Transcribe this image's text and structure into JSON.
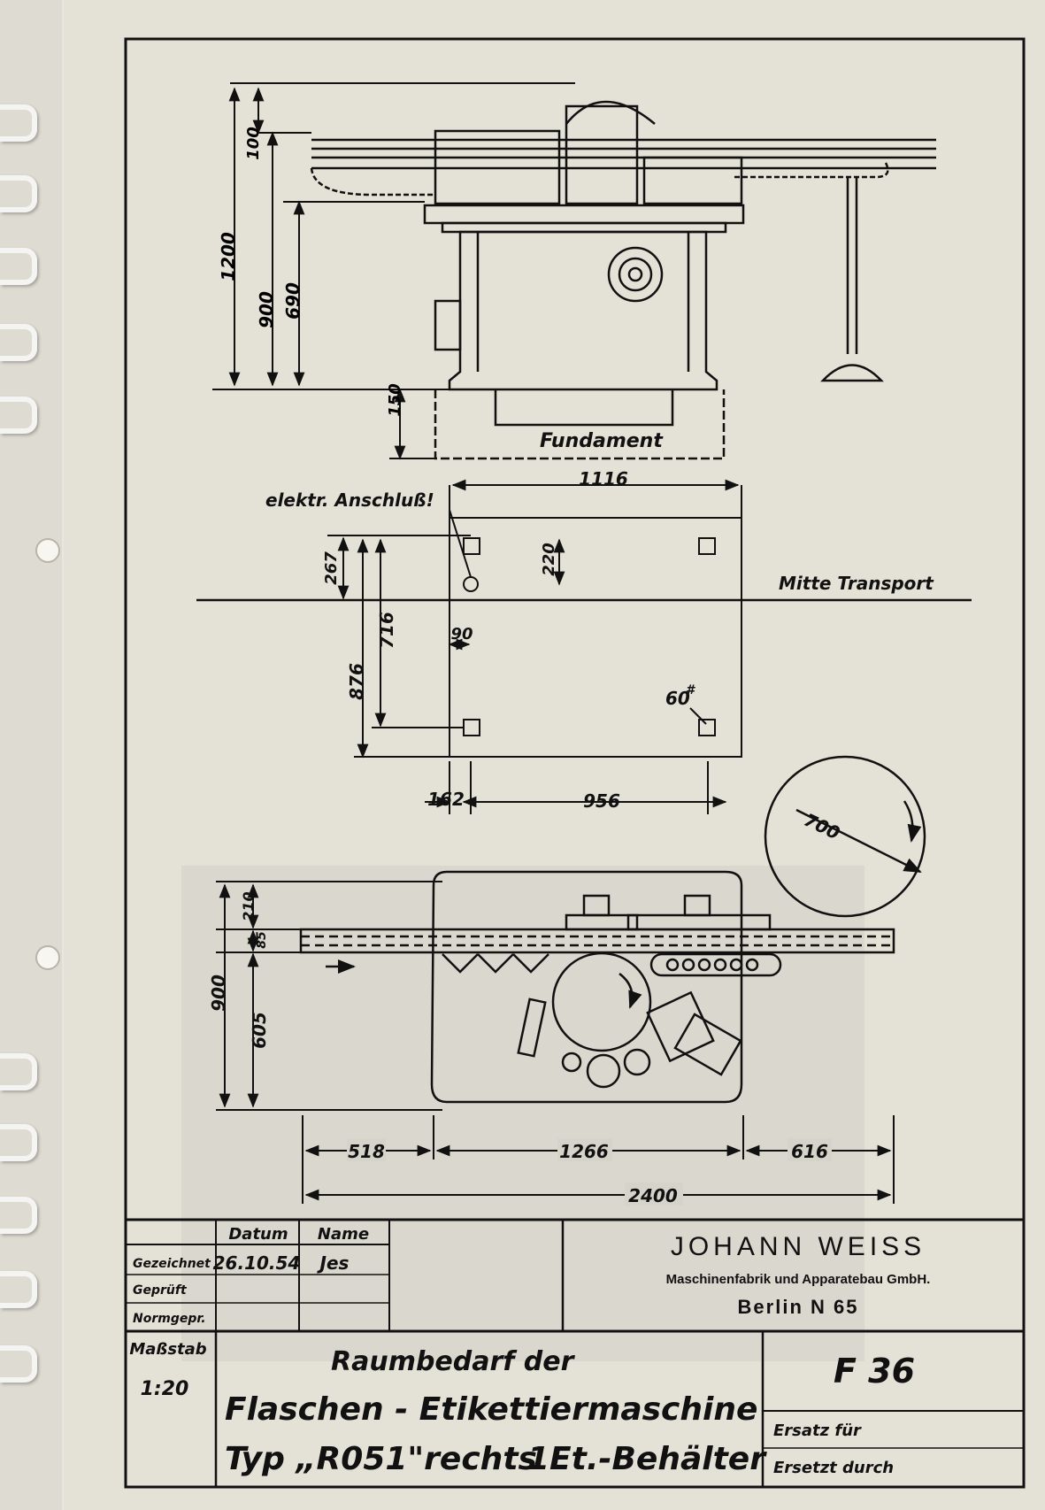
{
  "dimensions": {
    "side": {
      "h1200": "1200",
      "h100": "100",
      "h900": "900",
      "h690": "690",
      "h150": "150"
    },
    "plan": {
      "w1116": "1116",
      "h267": "267",
      "h220": "220",
      "h716": "716",
      "h876": "876",
      "w90": "90",
      "w162": "162",
      "w956": "956",
      "d60": "60"
    },
    "top": {
      "d700": "700",
      "h210": "210",
      "h85": "85",
      "h900": "900",
      "h605": "605",
      "w518": "518",
      "w1266": "1266",
      "w616": "616",
      "w2400": "2400"
    }
  },
  "labels": {
    "fundament": "Fundament",
    "elektr": "elektr. Anschluß!",
    "mitte": "Mitte Transport",
    "hash": "#"
  },
  "title_block": {
    "col_datum": "Datum",
    "col_name": "Name",
    "row_gezeichnet": "Gezeichnet",
    "row_geprueft": "Geprüft",
    "row_normgepr": "Normgepr.",
    "date": "26.10.54",
    "name": "Jes",
    "company": "JOHANN WEISS",
    "company_sub": "Maschinenfabrik und Apparatebau GmbH.",
    "city": "Berlin N 65",
    "massstab_label": "Maßstab",
    "massstab": "1:20",
    "title1": "Raumbedarf der",
    "title2": "Flaschen - Etikettiermaschine",
    "title3": "Typ „R051\"rechts",
    "title3b": "1Et.-Behälter",
    "number": "F 36",
    "ersatz_fuer": "Ersatz für",
    "ersetzt_durch": "Ersetzt durch"
  }
}
